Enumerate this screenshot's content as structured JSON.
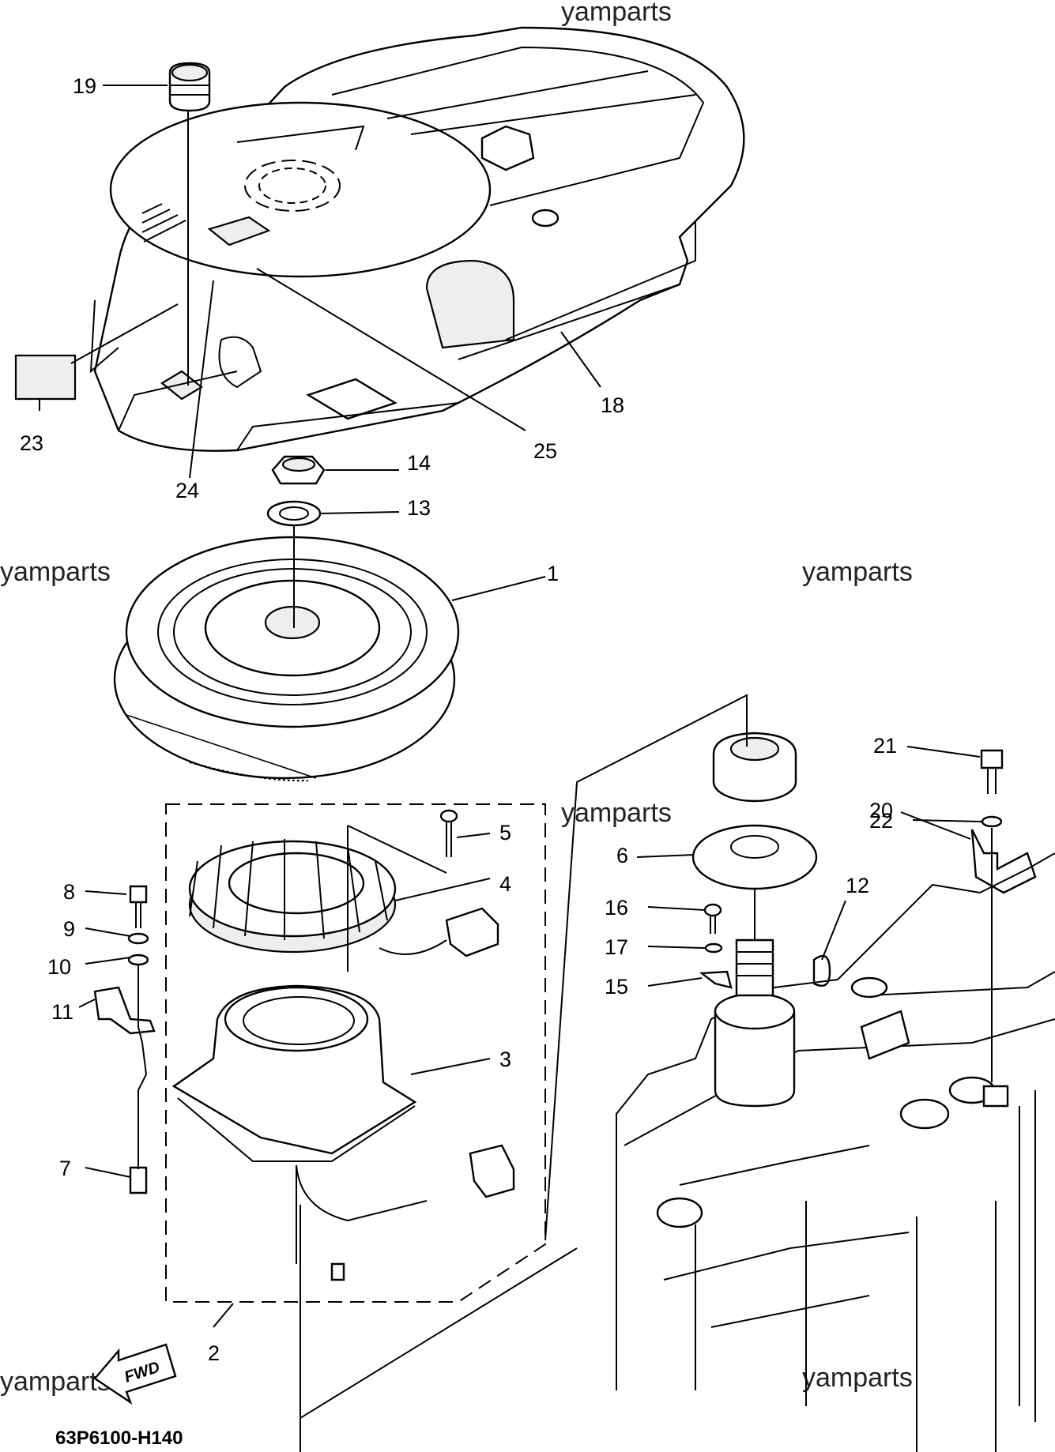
{
  "diagram": {
    "drawing_code": "63P6100-H140",
    "watermark_text": "yamparts",
    "fwd_label": "FWD",
    "callouts": {
      "p1": "1",
      "p2": "2",
      "p3": "3",
      "p4": "4",
      "p5": "5",
      "p6": "6",
      "p7": "7",
      "p8": "8",
      "p9": "9",
      "p10": "10",
      "p11": "11",
      "p12": "12",
      "p13": "13",
      "p14": "14",
      "p15": "15",
      "p16": "16",
      "p17": "17",
      "p18": "18",
      "p19": "19",
      "p20": "20",
      "p21": "21",
      "p22": "22",
      "p23": "23",
      "p24": "24",
      "p25": "25"
    }
  }
}
